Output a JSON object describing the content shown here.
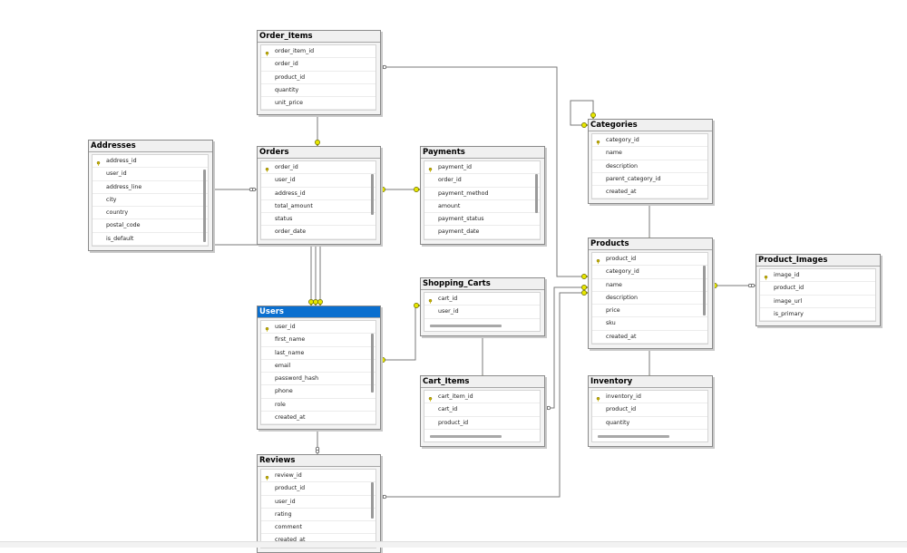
{
  "tables": {
    "order_items": {
      "name": "Order_Items",
      "columns": [
        "order_item_id",
        "order_id",
        "product_id",
        "quantity",
        "unit_price"
      ]
    },
    "addresses": {
      "name": "Addresses",
      "columns": [
        "address_id",
        "user_id",
        "address_line",
        "city",
        "country",
        "postal_code",
        "is_default"
      ]
    },
    "orders": {
      "name": "Orders",
      "columns": [
        "order_id",
        "user_id",
        "address_id",
        "total_amount",
        "status",
        "order_date"
      ]
    },
    "payments": {
      "name": "Payments",
      "columns": [
        "payment_id",
        "order_id",
        "payment_method",
        "amount",
        "payment_status",
        "payment_date"
      ]
    },
    "categories": {
      "name": "Categories",
      "columns": [
        "category_id",
        "name",
        "description",
        "parent_category_id",
        "created_at"
      ]
    },
    "products": {
      "name": "Products",
      "columns": [
        "product_id",
        "category_id",
        "name",
        "description",
        "price",
        "sku",
        "created_at"
      ]
    },
    "product_images": {
      "name": "Product_Images",
      "columns": [
        "image_id",
        "product_id",
        "image_url",
        "is_primary"
      ]
    },
    "shopping_carts": {
      "name": "Shopping_Carts",
      "columns": [
        "cart_id",
        "user_id"
      ]
    },
    "users": {
      "name": "Users",
      "columns": [
        "user_id",
        "first_name",
        "last_name",
        "email",
        "password_hash",
        "phone",
        "role",
        "created_at"
      ]
    },
    "cart_items": {
      "name": "Cart_Items",
      "columns": [
        "cart_item_id",
        "cart_id",
        "product_id"
      ]
    },
    "inventory": {
      "name": "Inventory",
      "columns": [
        "inventory_id",
        "product_id",
        "quantity"
      ]
    },
    "reviews": {
      "name": "Reviews",
      "columns": [
        "review_id",
        "product_id",
        "user_id",
        "rating",
        "comment",
        "created_at"
      ]
    }
  },
  "colors": {
    "key": "#c8b400",
    "selected_header": "#0a6fcf",
    "line": "#7a7a7a",
    "endpoint": "#e6e600"
  }
}
